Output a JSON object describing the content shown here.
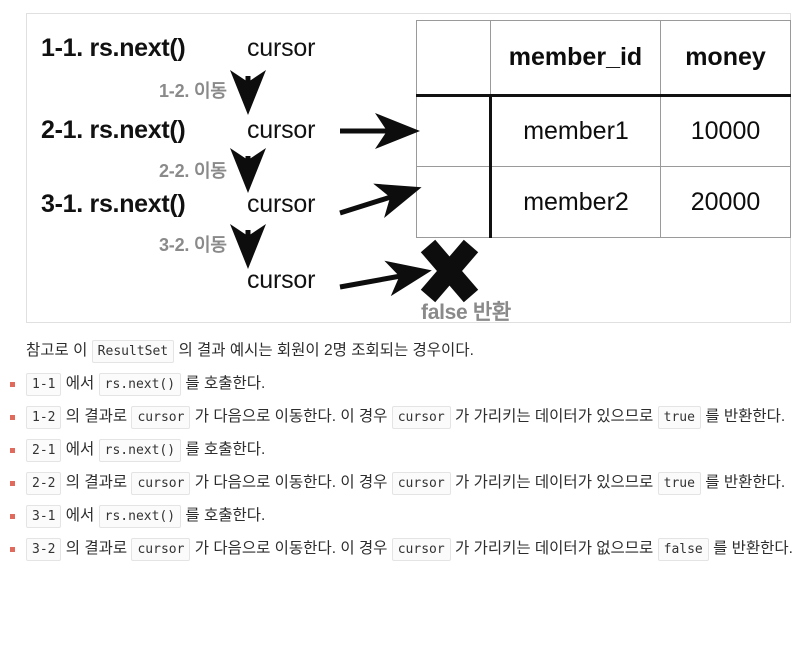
{
  "figure": {
    "caption_note": "ResultSet cursor movement diagram",
    "steps": [
      {
        "label": "1-1. rs.next()",
        "cursor": "cursor",
        "move": "1-2. 이동"
      },
      {
        "label": "2-1. rs.next()",
        "cursor": "cursor",
        "move": "2-2. 이동"
      },
      {
        "label": "3-1. rs.next()",
        "cursor": "cursor",
        "move": "3-2. 이동"
      }
    ],
    "move_first": "1-2. 이동",
    "final_cursor": "cursor",
    "false_return": "false 반환",
    "colors": {
      "move_text": "#8a8a8a",
      "step_text": "#111111",
      "border": "#e0e0e0",
      "table_rule_strong": "#111111",
      "table_rule_light": "#9a9a9a"
    }
  },
  "table": {
    "headers": [
      "",
      "member_id",
      "money"
    ],
    "rows": [
      [
        "",
        "member1",
        "10000"
      ],
      [
        "",
        "member2",
        "20000"
      ]
    ]
  },
  "prose": {
    "intro": {
      "before": "참고로 이",
      "code": "ResultSet",
      "after": "의 결과 예시는 회원이 2명 조회되는 경우이다."
    },
    "bullets": [
      {
        "type": "call",
        "step_code": "1-1",
        "mid": "에서",
        "call_code": "rs.next()",
        "tail": "를 호출한다."
      },
      {
        "type": "move",
        "step_code": "1-2",
        "t1": "의 결과로",
        "c1": "cursor",
        "t2": "가 다음으로 이동한다. 이 경우",
        "c2": "cursor",
        "t3": "가 가리키는 데이터가 있으므로",
        "c3": "true",
        "t4": "를 반환한다."
      },
      {
        "type": "call",
        "step_code": "2-1",
        "mid": "에서",
        "call_code": "rs.next()",
        "tail": "를 호출한다."
      },
      {
        "type": "move",
        "step_code": "2-2",
        "t1": "의 결과로",
        "c1": "cursor",
        "t2": "가 다음으로 이동한다. 이 경우",
        "c2": "cursor",
        "t3": "가 가리키는 데이터가 있으므로",
        "c3": "true",
        "t4": "를 반환한다."
      },
      {
        "type": "call",
        "step_code": "3-1",
        "mid": "에서",
        "call_code": "rs.next()",
        "tail": "를 호출한다."
      },
      {
        "type": "move",
        "step_code": "3-2",
        "t1": "의 결과로",
        "c1": "cursor",
        "t2": "가 다음으로 이동한다. 이 경우",
        "c2": "cursor",
        "t3": "가 가리키는 데이터가 없으므로",
        "c3": "false",
        "t4": "를 반환한다."
      }
    ]
  }
}
